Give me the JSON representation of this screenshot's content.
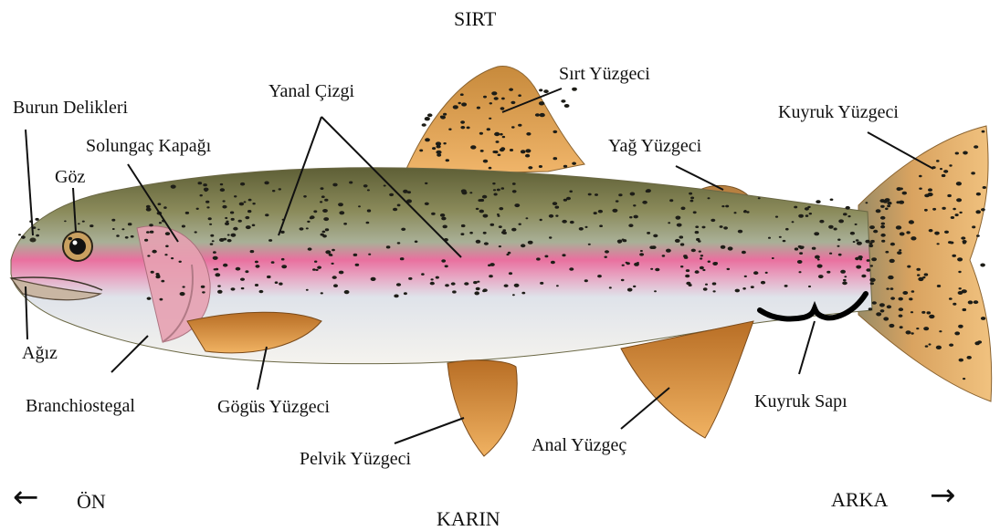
{
  "orientation": {
    "top": "SIRT",
    "bottom": "KARIN",
    "front": "ÖN",
    "back": "ARKA",
    "front_arrow_icon": "arrow-left-icon",
    "back_arrow_icon": "arrow-right-icon"
  },
  "labels": {
    "burun_delikleri": "Burun Delikleri",
    "solungac_kapagi": "Solungaç Kapağı",
    "goz": "Göz",
    "yanal_cizgi": "Yanal Çizgi",
    "sirt_yuzgeci": "Sırt Yüzgeci",
    "yag_yuzgeci": "Yağ Yüzgeci",
    "kuyruk_yuzgeci": "Kuyruk Yüzgeci",
    "agiz": "Ağız",
    "branchiostegal": "Branchiostegal",
    "gogus_yuzgeci": "Gögüs Yüzgeci",
    "pelvik_yuzgeci": "Pelvik Yüzgeci",
    "anal_yuzgec": "Anal Yüzgeç",
    "kuyruk_sapi": "Kuyruk Sapı"
  },
  "colors": {
    "back": "#7d7a4e",
    "belly": "#eef0f2",
    "pink_stripe": "#e9709f",
    "fin": "#d99a4a",
    "fin_dark": "#b36a22",
    "spot": "#1d1d17",
    "gill": "#e7a1b2"
  }
}
